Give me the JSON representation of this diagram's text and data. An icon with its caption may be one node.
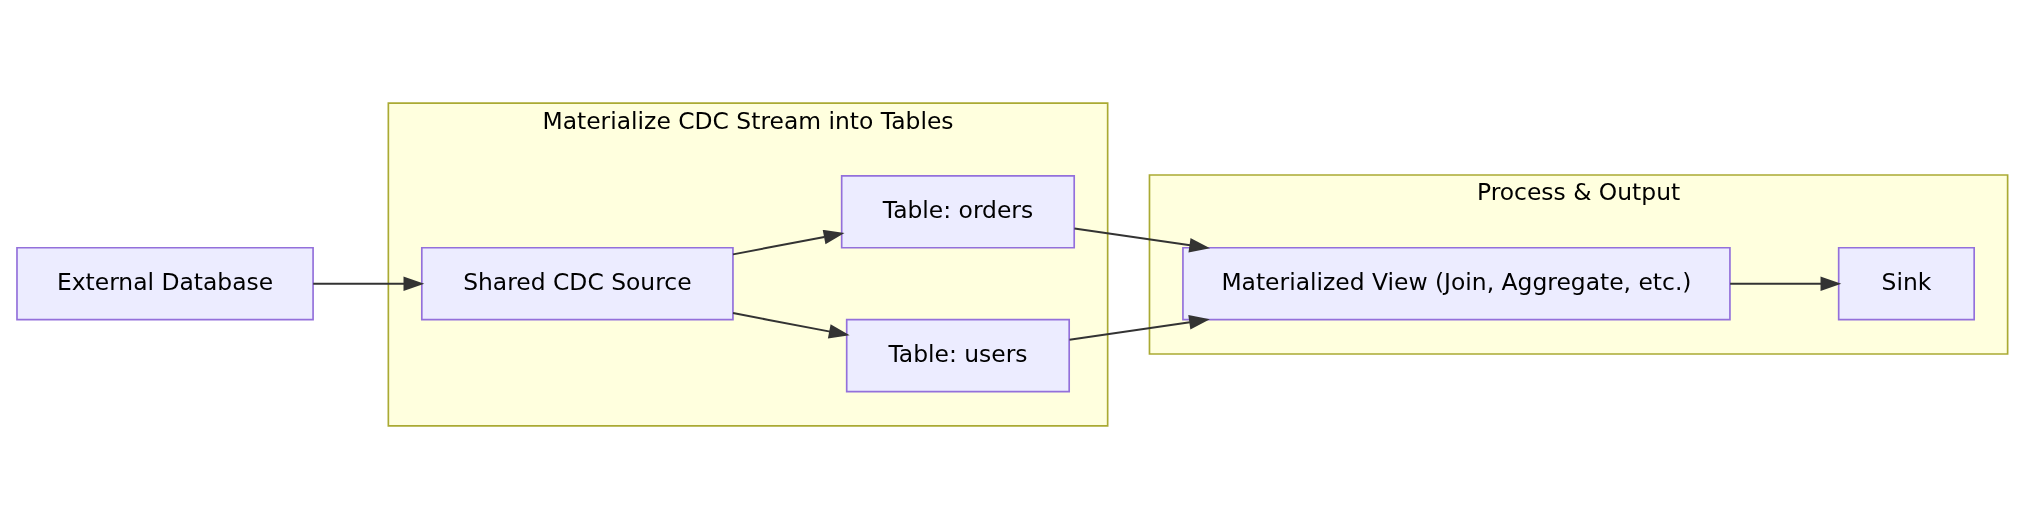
{
  "diagram": {
    "nodes": [
      {
        "text": [
          "External Database"
        ]
      },
      {
        "text": [
          "Materialize CDC Stream into Tables"
        ]
      },
      {
        "text": [
          "Shared CDC Source"
        ],
        "in": 1
      },
      {
        "text": [
          "Table: users"
        ],
        "in": 1
      },
      {
        "text": [
          "Table: orders"
        ],
        "in": 1
      },
      {
        "text": [
          "Process & Output"
        ]
      },
      {
        "text": [
          "Materialized View (Join, Aggregate, etc.)"
        ],
        "in": 5
      },
      {
        "text": [
          "Sink"
        ],
        "in": 5
      }
    ],
    "edges": [
      {
        "from": 0,
        "to": 2,
        "arrow": "to"
      },
      {
        "from": 2,
        "to": 3,
        "arrow": "to"
      },
      {
        "from": 2,
        "to": 4,
        "arrow": "to"
      },
      {
        "from": 3,
        "to": 6,
        "arrow": "to"
      },
      {
        "from": 4,
        "to": 6,
        "arrow": "to"
      },
      {
        "from": 6,
        "to": 7,
        "arrow": "to"
      }
    ]
  }
}
